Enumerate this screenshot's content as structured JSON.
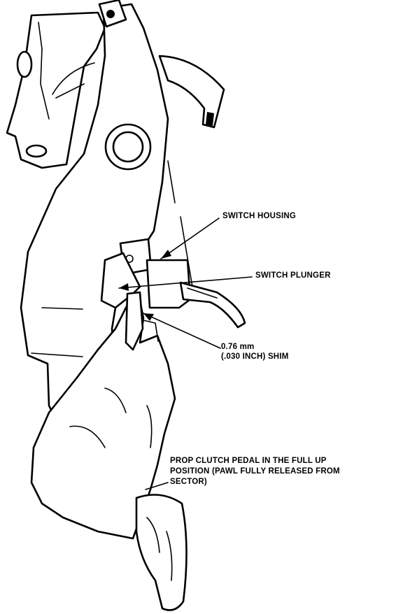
{
  "labels": {
    "switch_housing": "SWITCH HOUSING",
    "switch_plunger": "SWITCH PLUNGER",
    "shim_line1": "0.76 mm",
    "shim_line2": "(.030 INCH) SHIM",
    "prop_line1": "PROP CLUTCH PEDAL IN THE FULL UP",
    "prop_line2": "POSITION (PAWL FULLY RELEASED FROM",
    "prop_line3": "SECTOR)"
  },
  "colors": {
    "ink": "#000000",
    "paper": "#ffffff"
  }
}
